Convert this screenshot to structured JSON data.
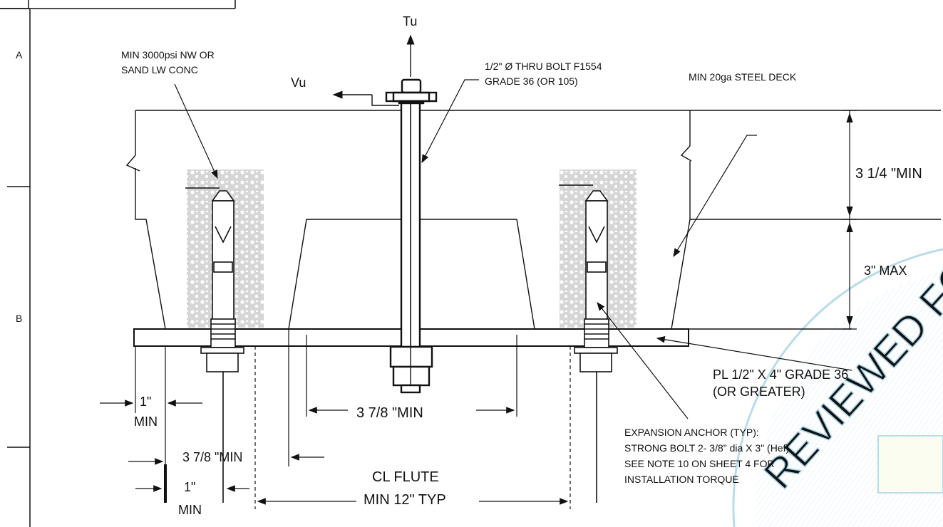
{
  "zones": [
    "A",
    "B"
  ],
  "labels": {
    "tu": "Tu",
    "vu": "Vu",
    "concrete_1": "MIN 3000psi NW OR",
    "concrete_2": "SAND LW CONC",
    "bolt_1": "1/2\" Ø THRU BOLT F1554",
    "bolt_2": "GRADE 36 (OR 105)",
    "deck": "MIN 20ga STEEL DECK",
    "depth_top": "3 1/4 \"MIN",
    "depth_bottom": "3\" MAX",
    "plate_1": "PL 1/2\" X 4\" GRADE 36",
    "plate_2": "(OR GREATER)",
    "edge_1": "1\"",
    "edge_2": "MIN",
    "flute_width": "3 7/8 \"MIN",
    "flute_bottom": "3 7/8 \"MIN",
    "edge_b1": "1\"",
    "edge_b2": "MIN",
    "cl_flute_1": "CL FLUTE",
    "cl_flute_2": "MIN 12\" TYP",
    "anchor_1": "EXPANSION ANCHOR (TYP):",
    "anchor_2": "STRONG BOLT 2- 3/8\" dia X 3\" (Hef)",
    "anchor_3": "SEE NOTE 10 ON SHEET 4 FOR",
    "anchor_4": "INSTALLATION TORQUE",
    "stamp": "REVIEWED FO"
  },
  "colors": {
    "line": "#111111",
    "concrete": "#c8c8c8",
    "stamp": "#b9dcea"
  }
}
